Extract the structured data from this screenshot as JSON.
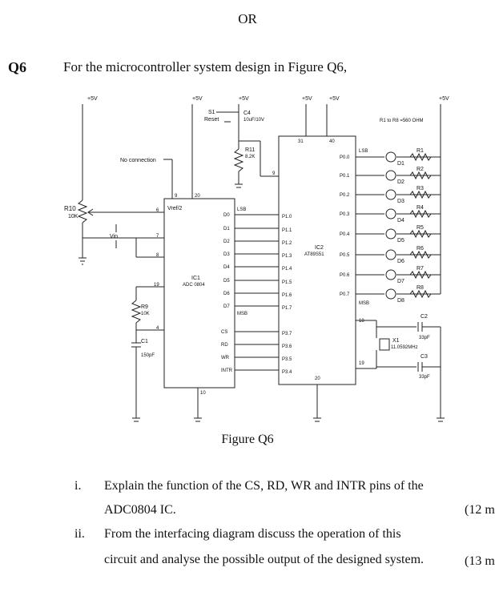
{
  "header": {
    "or_label": "OR"
  },
  "question": {
    "number": "Q6",
    "prompt": "For the microcontroller system design in Figure Q6,"
  },
  "figure": {
    "caption": "Figure Q6",
    "labels": {
      "vcc": "+5V",
      "r10": "R10",
      "r10_val": "10K",
      "vin": "Vin",
      "no_connection": "No connection",
      "vref": "Vref/2",
      "s1": "S1",
      "reset": "Reset",
      "c4": "C4",
      "c4_val": "10uF/10V",
      "r11": "R11",
      "r11_val": "8.2K",
      "ic1": "IC1",
      "ic1_name": "ADC 0804",
      "ic2": "IC2",
      "ic2_name": "AT89S51",
      "r9": "R9",
      "r9_val": "10K",
      "c1": "C1",
      "c1_val": "150pF",
      "lsb": "LSB",
      "msb": "MSB",
      "led_note": "R1 to R8 =560 OHM",
      "x1": "X1",
      "x1_val": "11.0592MHz",
      "c2": "C2",
      "c3": "C3",
      "c23_val": "33pF"
    },
    "adc_pins_left": [
      "6",
      "7",
      "8",
      "19",
      "4"
    ],
    "adc_top_pins": [
      "9",
      "20"
    ],
    "adc_bottom_pin": "10",
    "adc_data": [
      "D0",
      "D1",
      "D2",
      "D3",
      "D4",
      "D5",
      "D6",
      "D7"
    ],
    "adc_ctrl": [
      "CS",
      "RD",
      "WR",
      "INTR"
    ],
    "mcu_p1": [
      "P1.0",
      "P1.1",
      "P1.2",
      "P1.3",
      "P1.4",
      "P1.5",
      "P1.6",
      "P1.7"
    ],
    "mcu_p3": [
      "P3.7",
      "P3.6",
      "P3.5",
      "P3.4"
    ],
    "mcu_p0": [
      "P0.0",
      "P0.1",
      "P0.2",
      "P0.3",
      "P0.4",
      "P0.5",
      "P0.6",
      "P0.7"
    ],
    "mcu_pins": {
      "p31": "31",
      "p40": "40",
      "p9": "9",
      "p18": "18",
      "p19": "19",
      "p20": "20"
    },
    "resistors": [
      "R1",
      "R2",
      "R3",
      "R4",
      "R5",
      "R6",
      "R7",
      "R8"
    ],
    "leds": [
      "D1",
      "D2",
      "D3",
      "D4",
      "D5",
      "D6",
      "D7",
      "D8"
    ]
  },
  "parts": [
    {
      "num": "i.",
      "lines": [
        "Explain the function of the CS, RD, WR and INTR pins of the",
        "ADC0804 IC."
      ],
      "marks": "(12 m"
    },
    {
      "num": "ii.",
      "lines": [
        "From the interfacing diagram discuss the operation of this",
        "circuit and analyse the possible output of the designed system."
      ],
      "marks": "(13 m"
    }
  ]
}
